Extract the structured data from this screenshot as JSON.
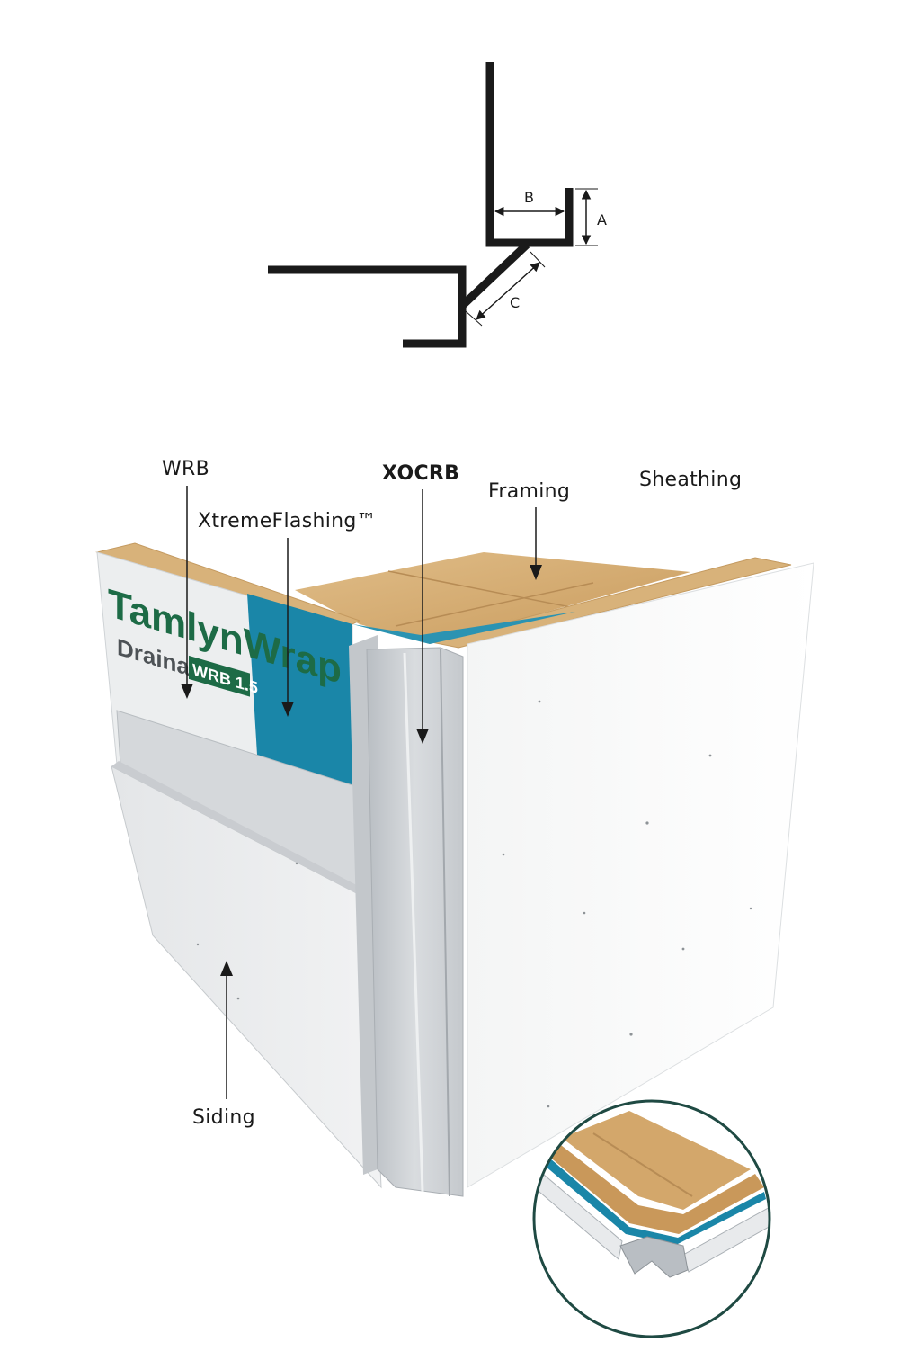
{
  "profile_drawing": {
    "dimension_labels": {
      "a": "A",
      "b": "B",
      "c": "C"
    }
  },
  "callouts": {
    "wrb": "WRB",
    "xtremeflashing": "XtremeFlashing™",
    "xocrb": "XOCRB",
    "framing": "Framing",
    "sheathing": "Sheathing",
    "siding": "Siding"
  },
  "wrap_print": {
    "brand_line1": "TamlynWrap",
    "brand_line2": "Drainable",
    "badge": "WRB 1.5"
  },
  "colors": {
    "flashing_blue": "#1a86a8",
    "osb": "#d6b07a",
    "wrap_green": "#1d6b46",
    "trim_gray": "#c9cdd1",
    "inset_ring": "#1f4a43"
  }
}
